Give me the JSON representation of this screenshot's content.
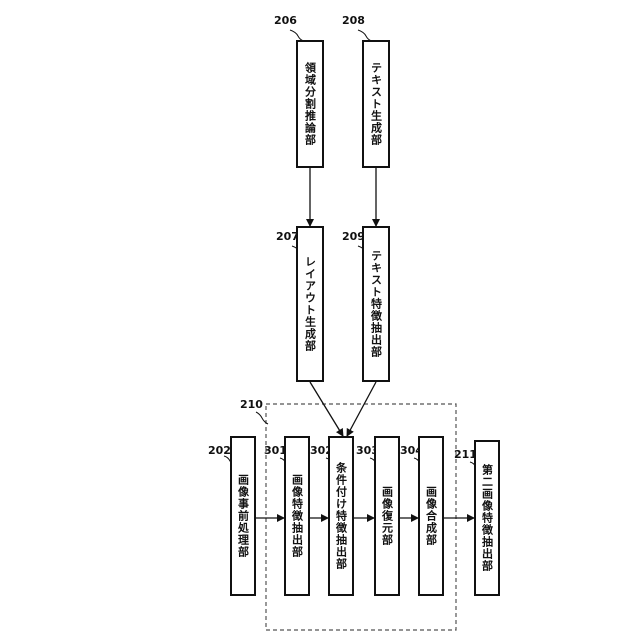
{
  "nodes": {
    "n206": {
      "ref": "206",
      "label": "領域分割推論部"
    },
    "n208": {
      "ref": "208",
      "label": "テキスト生成部"
    },
    "n207": {
      "ref": "207",
      "label": "レイアウト生成部"
    },
    "n209": {
      "ref": "209",
      "label": "テキスト特徴抽出部"
    },
    "n202": {
      "ref": "202",
      "label": "画像事前処理部"
    },
    "n301": {
      "ref": "301",
      "label": "画像特徴抽出部"
    },
    "n302": {
      "ref": "302",
      "label": "条件付け特徴抽出部"
    },
    "n303": {
      "ref": "303",
      "label": "画像復元部"
    },
    "n304": {
      "ref": "304",
      "label": "画像合成部"
    },
    "n211": {
      "ref": "211",
      "label": "第二画像特徴抽出部"
    }
  },
  "group": {
    "ref": "210"
  }
}
